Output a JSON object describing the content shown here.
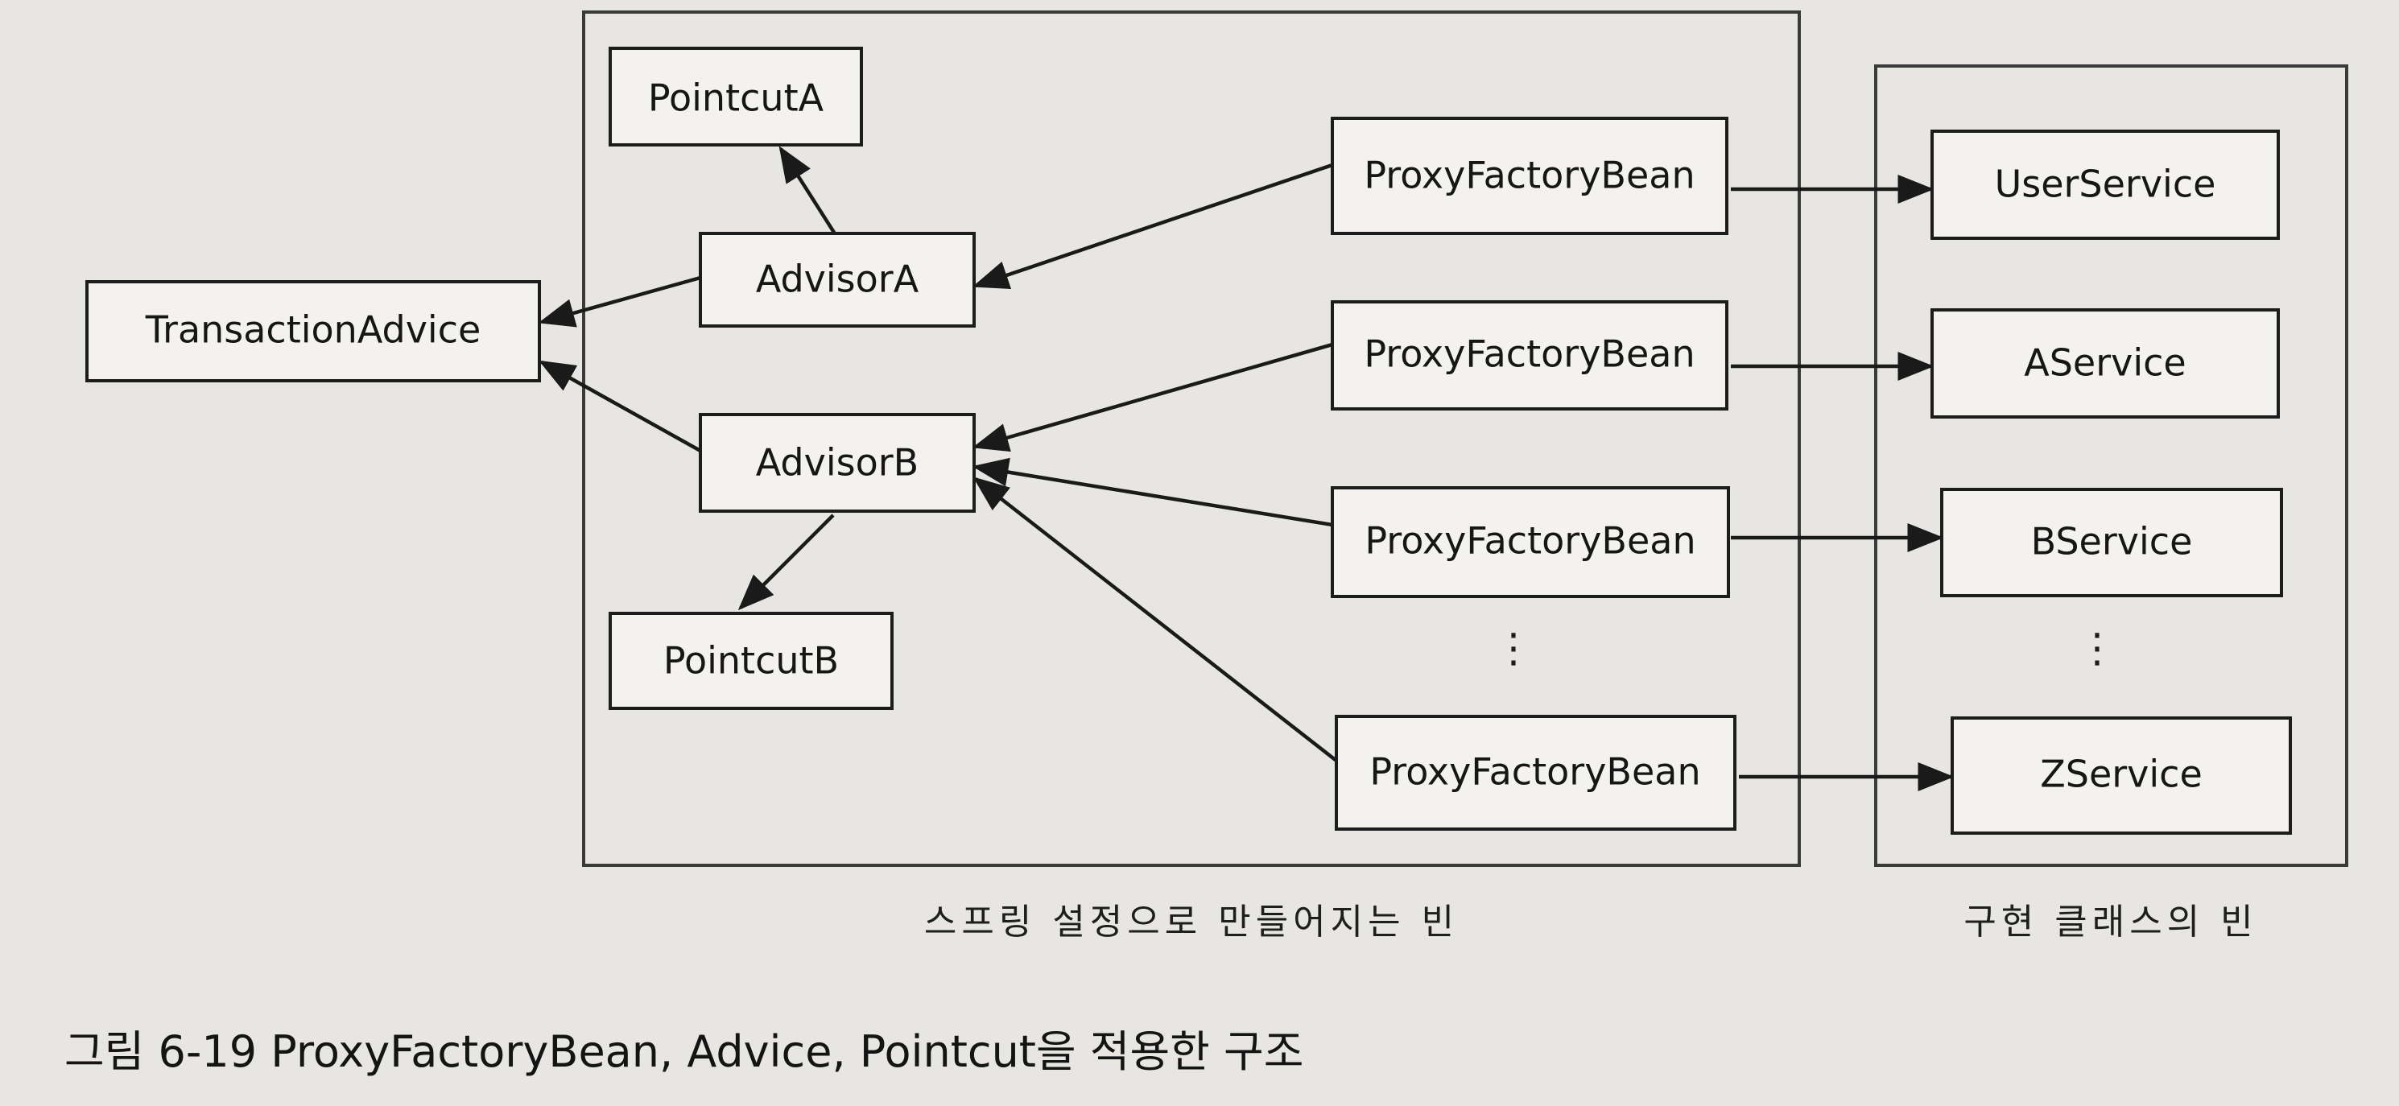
{
  "regions": {
    "spring": {
      "label": "스프링 설정으로 만들어지는 빈"
    },
    "impl": {
      "label": "구현 클래스의 빈"
    }
  },
  "nodes": {
    "pointcutA": "PointcutA",
    "advisorA": "AdvisorA",
    "transactionAdvice": "TransactionAdvice",
    "advisorB": "AdvisorB",
    "pointcutB": "PointcutB",
    "proxy1": "ProxyFactoryBean",
    "proxy2": "ProxyFactoryBean",
    "proxy3": "ProxyFactoryBean",
    "proxy4": "ProxyFactoryBean",
    "userService": "UserService",
    "aService": "AService",
    "bService": "BService",
    "zService": "ZService"
  },
  "ellipsis": "⋮",
  "caption": "그림 6-19 ProxyFactoryBean, Advice, Pointcut을 적용한 구조"
}
